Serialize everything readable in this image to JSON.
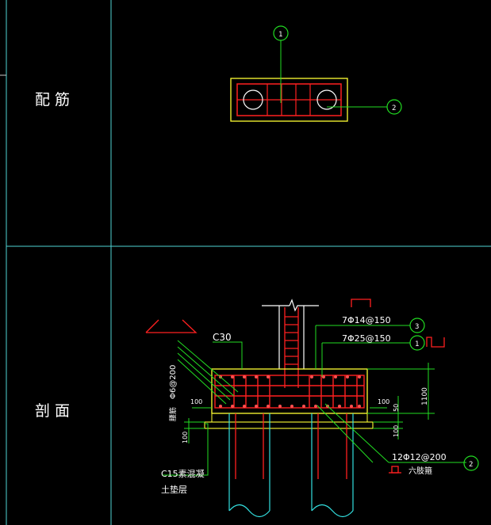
{
  "rows": {
    "reinforcement_label": "配 筋",
    "section_label": "剖 面"
  },
  "markers": {
    "m1": "1",
    "m2": "2",
    "m1b": "1",
    "m2b": "2",
    "m3": "3"
  },
  "annotations": {
    "concrete_grade": "C30",
    "top_bar_1": "7Φ14@150",
    "top_bar_2": "7Φ25@150",
    "stirrup": "Φ6@200",
    "stirrup_note": "腰筋",
    "dim_100_left": "100",
    "dim_100_right": "100",
    "dim_100_bottom": "100",
    "dim_100_lower": "100",
    "dim_50": "50",
    "dim_1100": "1100",
    "bottom_bar": "12Φ12@200",
    "six_leg": "六肢箍",
    "blinding": "C15素混凝",
    "blinding_layer": "土垫层"
  },
  "colors": {
    "background": "#000000",
    "grid": "#4fd4d4",
    "rebar": "#ff2020",
    "outline": "#ffff33",
    "leader": "#22dd22",
    "text": "#ffffff",
    "pile": "#33e0e0"
  }
}
